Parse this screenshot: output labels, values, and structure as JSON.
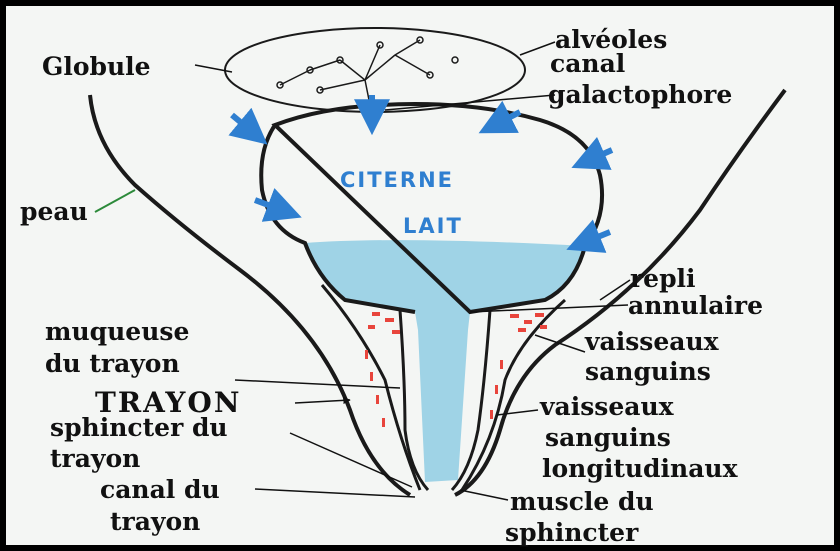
{
  "labels": {
    "alveoles": "alvéoles",
    "canal": "canal",
    "galactophore": "galactophore",
    "globule": "Globule",
    "peau": "peau",
    "citerne": "CITERNE",
    "lait": "LAIT",
    "repli": "repli",
    "annulaire": "annulaire",
    "muqueuse": "muqueuse",
    "du_trayon_1": "du trayon",
    "vaisseaux_1": "vaisseaux",
    "sanguins_1": "sanguins",
    "trayon_caps": "TRAYON",
    "vaisseaux_2": "vaisseaux",
    "sphincter_du": "sphincter du",
    "trayon_2": "trayon",
    "sanguins_2": "sanguins",
    "longitudinaux": "longitudinaux",
    "canal_du": "canal du",
    "muscle_du": "muscle du",
    "trayon_3": "trayon",
    "sphincter": "sphincter"
  },
  "colors": {
    "milk": "#9fd3e6",
    "arrow": "#2f7fd0",
    "outline": "#1a1a1a",
    "blood": "#e8453c"
  }
}
